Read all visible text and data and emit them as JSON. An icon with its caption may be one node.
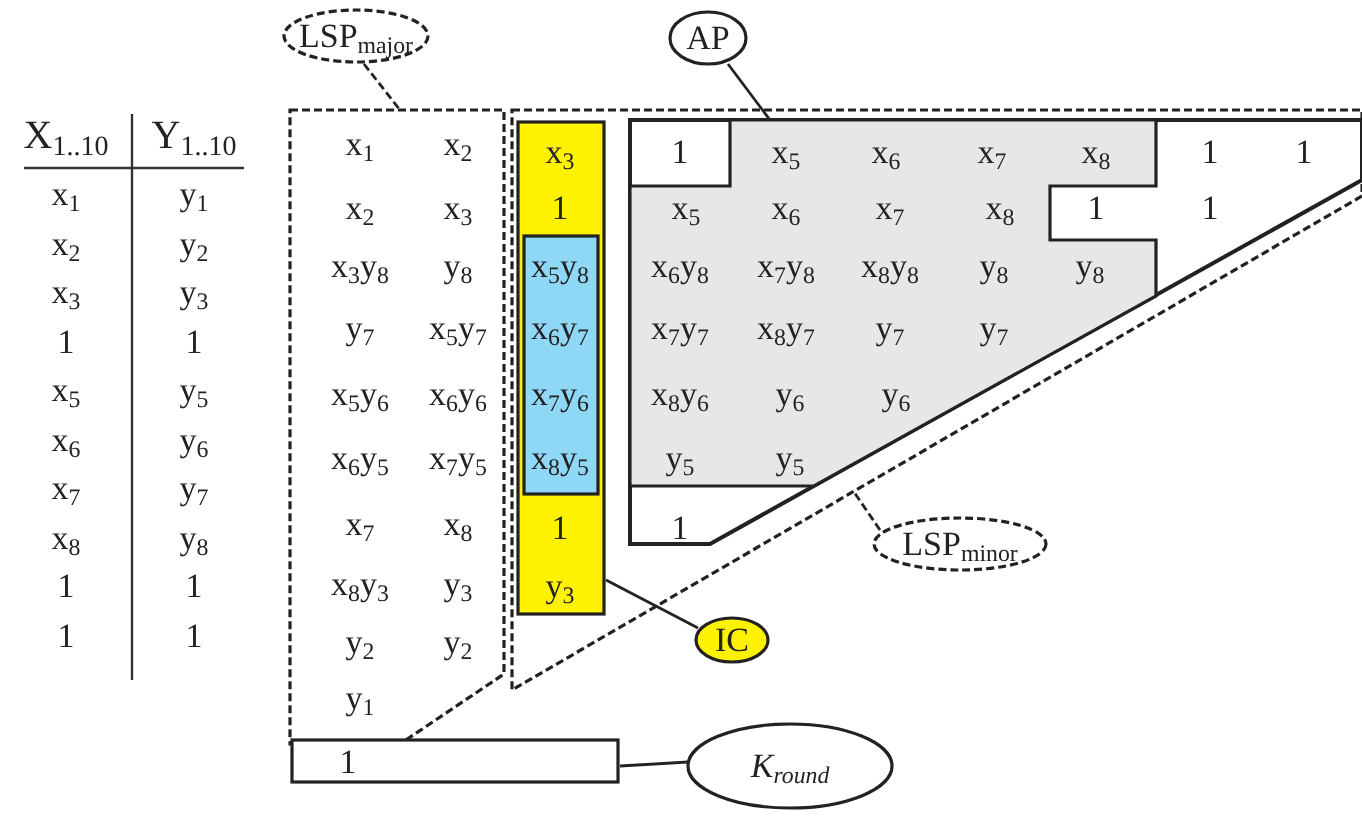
{
  "diagram": {
    "nodes": [
      {
        "text": [
          "LSP$_{major}$"
        ]
      },
      {
        "text": [],
        "shape": "box"
      },
      {
        "text": [
          "AP"
        ]
      },
      {
        "text": [],
        "shape": "box"
      },
      {
        "text": [
          "IC"
        ]
      },
      {
        "text": [],
        "shape": "box",
        "in": 3
      },
      {
        "text": [
          "LSP$_{minor}$"
        ]
      },
      {
        "text": [],
        "shape": "box",
        "in": 3
      },
      {
        "text": [
          "K$_{round}$"
        ]
      },
      {
        "text": [
          "1"
        ]
      }
    ],
    "edges": [
      {
        "from": 0,
        "to": 1,
        "arrow": "none",
        "style": "dashed"
      },
      {
        "from": 2,
        "to": 7,
        "arrow": "none"
      },
      {
        "from": 4,
        "to": 5,
        "arrow": "none"
      },
      {
        "from": 6,
        "to": 3,
        "arrow": "none",
        "style": "dashed"
      },
      {
        "from": 8,
        "to": 9,
        "arrow": "none"
      }
    ],
    "labels": [
      "X$_{1..10}$",
      "Y$_{1..10}$",
      "x$_{1}$",
      "y$_{1}$",
      "x$_{2}$",
      "y$_{2}$",
      "x$_{3}$",
      "y$_{3}$",
      "1",
      "1",
      "x$_{5}$",
      "y$_{5}$",
      "x$_{6}$",
      "y$_{6}$",
      "x$_{7}$",
      "y$_{7}$",
      "x$_{8}$",
      "y$_{8}$",
      "1",
      "1",
      "1",
      "1",
      "x$_{1}$",
      "x$_{2}$",
      "x$_{2}$",
      "x$_{3}$",
      "x$_{3}$y$_{8}$",
      "y$_{8}$",
      "y$_{7}$",
      "x$_{5}$y$_{7}$",
      "x$_{5}$y$_{6}$",
      "x$_{6}$y$_{6}$",
      "x$_{6}$y$_{5}$",
      "x$_{7}$y$_{5}$",
      "x$_{7}$",
      "x$_{8}$",
      "x$_{8}$y$_{3}$",
      "y$_{3}$",
      "y$_{2}$",
      "y$_{2}$",
      "y$_{1}$",
      "x$_{3}$",
      "1",
      "x$_{5}$y$_{8}$",
      "x$_{6}$y$_{7}$",
      "x$_{7}$y$_{6}$",
      "x$_{8}$y$_{5}$",
      "1",
      "y$_{3}$",
      "1",
      "x$_{5}$",
      "x$_{6}$",
      "x$_{7}$",
      "x$_{8}$",
      "1",
      "1",
      "x$_{5}$",
      "x$_{6}$",
      "x$_{7}$",
      "x$_{8}$",
      "1",
      "1",
      "x$_{6}$y$_{8}$",
      "x$_{7}$y$_{8}$",
      "x$_{8}$y$_{8}$",
      "y$_{8}$",
      "y$_{8}$",
      "x$_{7}$y$_{7}$",
      "x$_{8}$y$_{7}$",
      "y$_{7}$",
      "y$_{7}$",
      "x$_{8}$y$_{6}$",
      "y$_{6}$",
      "y$_{6}$",
      "y$_{5}$",
      "y$_{5}$",
      "1"
    ]
  }
}
